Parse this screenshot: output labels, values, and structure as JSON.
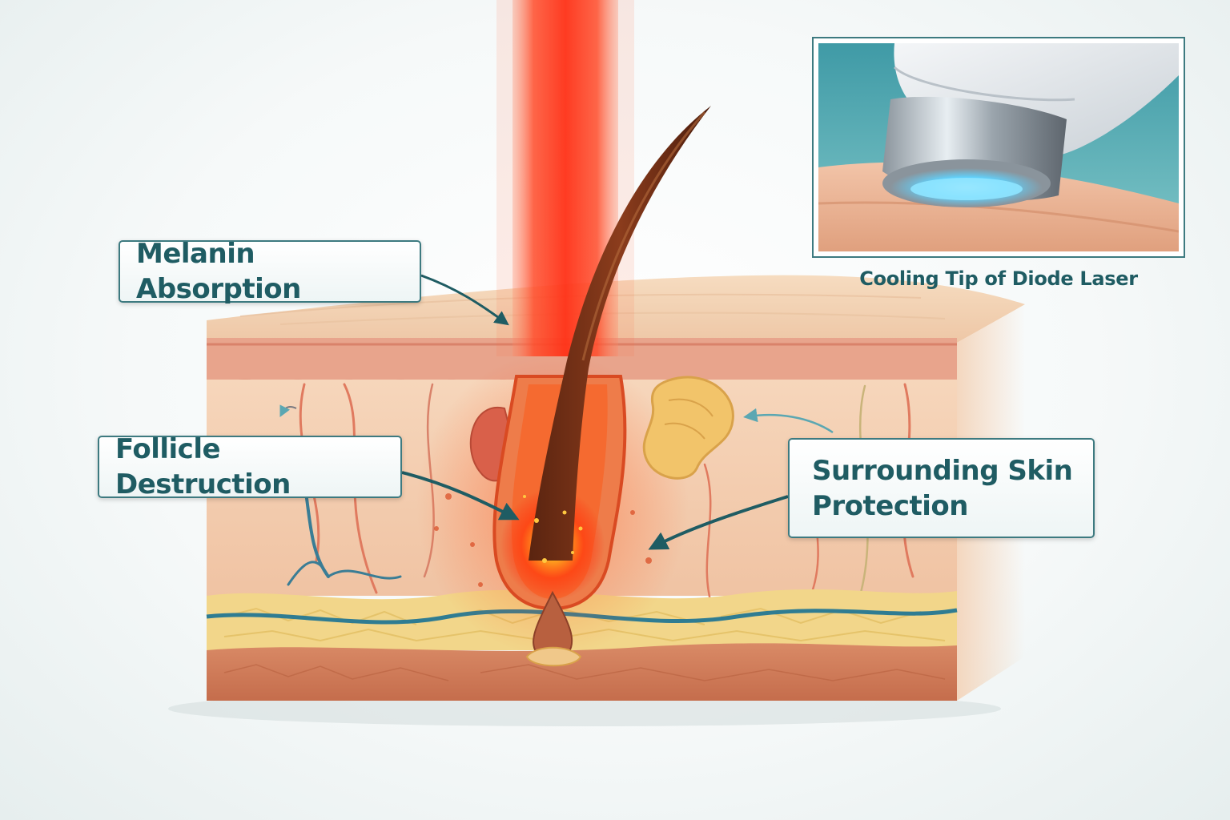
{
  "labels": {
    "melanin": "Melanin Absorption",
    "follicle": "Follicle Destruction",
    "surrounding_line1": "Surrounding Skin",
    "surrounding_line2": "Protection"
  },
  "inset": {
    "caption": "Cooling Tip of Diode Laser"
  },
  "colors": {
    "label_text": "#1f5c63",
    "label_border": "#3d7a80",
    "laser": "#ff3a1e",
    "cooling_glow": "#5fd3ff"
  }
}
